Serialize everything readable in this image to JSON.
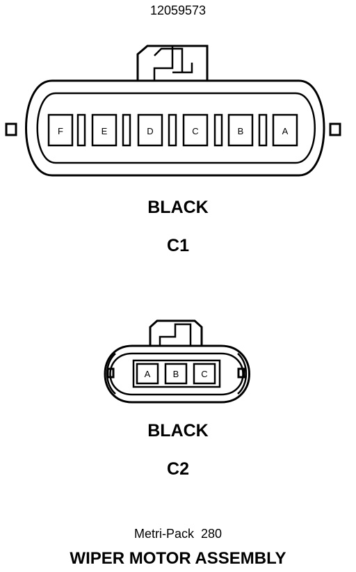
{
  "diagram": {
    "part_number": "12059573",
    "connector_c1": {
      "color": "BLACK",
      "id": "C1",
      "cavities": [
        "F",
        "E",
        "D",
        "C",
        "B",
        "A"
      ]
    },
    "connector_c2": {
      "color": "BLACK",
      "id": "C2",
      "cavities": [
        "A",
        "B",
        "C"
      ]
    },
    "connector_type": "Metri-Pack  280",
    "assembly_title": "WIPER MOTOR ASSEMBLY"
  }
}
